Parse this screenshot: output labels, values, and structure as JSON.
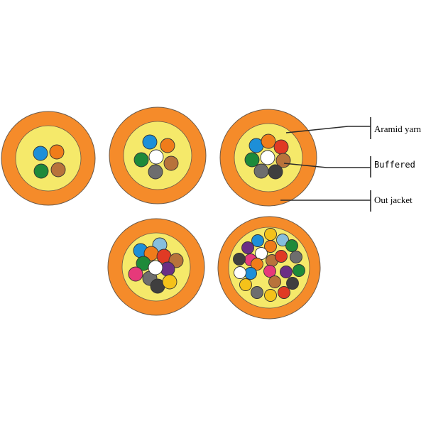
{
  "colors": {
    "jacket": "#F58B2A",
    "jacket_stroke": "#6B5A4A",
    "yarn": "#F5E96A",
    "fiber_stroke": "#333333",
    "leader": "#2B2B2B"
  },
  "fiber_palette": {
    "blue": "#1D8FD8",
    "orange": "#F07C1A",
    "green": "#1E8A3A",
    "brown": "#B8733B",
    "slate": "#6E6E6E",
    "white": "#FFFFFF",
    "red": "#E03A24",
    "black": "#3F3F3F",
    "yellow": "#F4C21A",
    "violet": "#6B2F85",
    "rose": "#E6397A",
    "aqua": "#86BEDD"
  },
  "labels": {
    "aramid": "Aramid yarn",
    "buffered": "Buffered",
    "jacket": "Out jacket"
  },
  "cables": [
    {
      "name": "cable-4-fiber",
      "fibers": [
        "blue",
        "orange",
        "green",
        "brown"
      ]
    },
    {
      "name": "cable-6-fiber",
      "fibers": [
        "blue",
        "orange",
        "green",
        "brown",
        "slate",
        "white"
      ]
    },
    {
      "name": "cable-8-fiber",
      "fibers": [
        "blue",
        "orange",
        "red",
        "green",
        "brown",
        "slate",
        "black",
        "white"
      ]
    },
    {
      "name": "cable-12-fiber",
      "fibers": [
        "aqua",
        "blue",
        "orange",
        "red",
        "brown",
        "green",
        "violet",
        "rose",
        "slate",
        "black",
        "yellow",
        "white"
      ]
    },
    {
      "name": "cable-24-fiber",
      "fibers": [
        "yellow",
        "aqua",
        "blue",
        "violet",
        "orange",
        "green",
        "white",
        "rose",
        "brown",
        "red",
        "slate",
        "black",
        "orange",
        "blue",
        "rose",
        "violet",
        "green",
        "white",
        "yellow",
        "slate",
        "brown",
        "black",
        "red",
        "yellow"
      ]
    }
  ]
}
